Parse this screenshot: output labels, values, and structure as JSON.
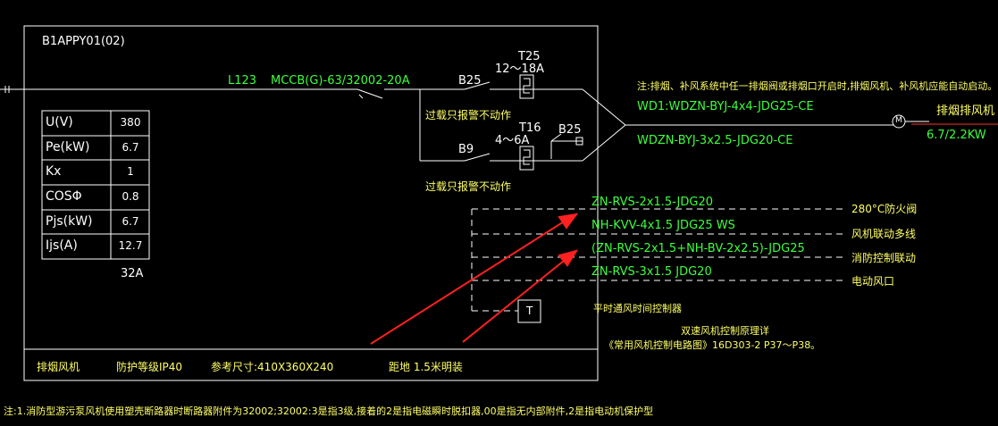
{
  "panel": {
    "id": "B1APPY01(02)",
    "breaker_rating": "32A"
  },
  "feeder": {
    "line": "L123",
    "main_breaker": "MCCB(G)-63/32002-20A"
  },
  "load_table": {
    "rows": [
      {
        "param": "U(V)",
        "value": "380"
      },
      {
        "param": "Pe(kW)",
        "value": "6.7"
      },
      {
        "param": "Kx",
        "value": "1"
      },
      {
        "param": "COSΦ",
        "value": "0.8"
      },
      {
        "param": "Pjs(kW)",
        "value": "6.7"
      },
      {
        "param": "Ijs(A)",
        "value": "12.7"
      }
    ]
  },
  "branch_upper": {
    "contactor": "B25",
    "relay": "T25",
    "relay_range": "12～18A",
    "note": "过载只报警不动作"
  },
  "branch_lower": {
    "contactor": "B9",
    "relay": "T16",
    "relay_range": "4～6A",
    "aux_contactor": "B25",
    "note": "过载只报警不动作"
  },
  "outgoing": {
    "note": "注:排烟、补风系统中任一排烟阀或排烟口开启时,排烟风机、补风机应能自动启动。",
    "cable_main": "WD1:WDZN-BYJ-4x4-JDG25-CE",
    "cable_secondary": "WDZN-BYJ-3x2.5-JDG20-CE",
    "motor_symbol": "M",
    "load_name": "排烟排风机",
    "load_power": "6.7/2.2KW"
  },
  "control_lines": [
    {
      "cable": "ZN-RVS-2x1.5-JDG20",
      "target": "280°C防火阀"
    },
    {
      "cable": "NH-KVV-4x1.5  JDG25  WS",
      "target": "风机联动多线"
    },
    {
      "cable": "(ZN-RVS-2x1.5+NH-BV-2x2.5)-JDG25",
      "target": "消防控制联动"
    },
    {
      "cable": "ZN-RVS-3x1.5  JDG20",
      "target": "电动风口"
    }
  ],
  "timer": {
    "symbol": "T",
    "label": "平时通风时间控制器"
  },
  "reference": {
    "line1": "双速风机控制原理详",
    "line2": "《常用风机控制电路图》16D303-2  P37～P38。"
  },
  "footer": {
    "name": "排烟风机",
    "protection": "防护等级IP40",
    "size": "参考尺寸:410X360X240",
    "mounting": "距地 1.5米明装"
  },
  "bottom_note": "注:1.消防型游污泵风机使用塑壳断路器时断路器附件为32002;32002:3是指3级,接着的2是指电磁瞬时脱扣器,00是指无内部附件,2是指电动机保护型",
  "colors": {
    "background": "#000000",
    "frame": "#ffffff",
    "cable_text": "#3dff3d",
    "chinese_note": "#ffff66",
    "arrow": "#ff2020",
    "motor_line": "#ff3030"
  },
  "icons": [
    "breaker-symbol",
    "contactor-symbol",
    "thermal-relay-symbol",
    "motor-symbol",
    "timer-box",
    "annotation-arrow"
  ]
}
